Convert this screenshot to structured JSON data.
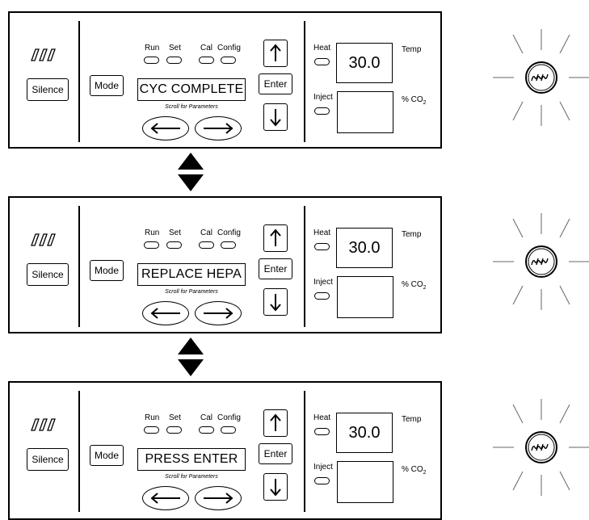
{
  "panel": {
    "silence_label": "Silence",
    "mode_label": "Mode",
    "enter_label": "Enter",
    "scroll_label": "Scroll for Parameters",
    "mode_indicators": [
      "Run",
      "Set",
      "Cal",
      "Config"
    ],
    "heat_label": "Heat",
    "inject_label": "Inject",
    "temp_label": "Temp",
    "co2_label": "% CO",
    "co2_subscript": "2",
    "temp_value": "30.0"
  },
  "screens": [
    {
      "message": "CYC COMPLETE"
    },
    {
      "message": "REPLACE HEPA"
    },
    {
      "message": "PRESS ENTER"
    }
  ],
  "icons": {
    "alarm_logo": "slash-marks-icon",
    "alarm_light": "flashing-alarm-icon",
    "transition": "double-arrow-icon"
  }
}
